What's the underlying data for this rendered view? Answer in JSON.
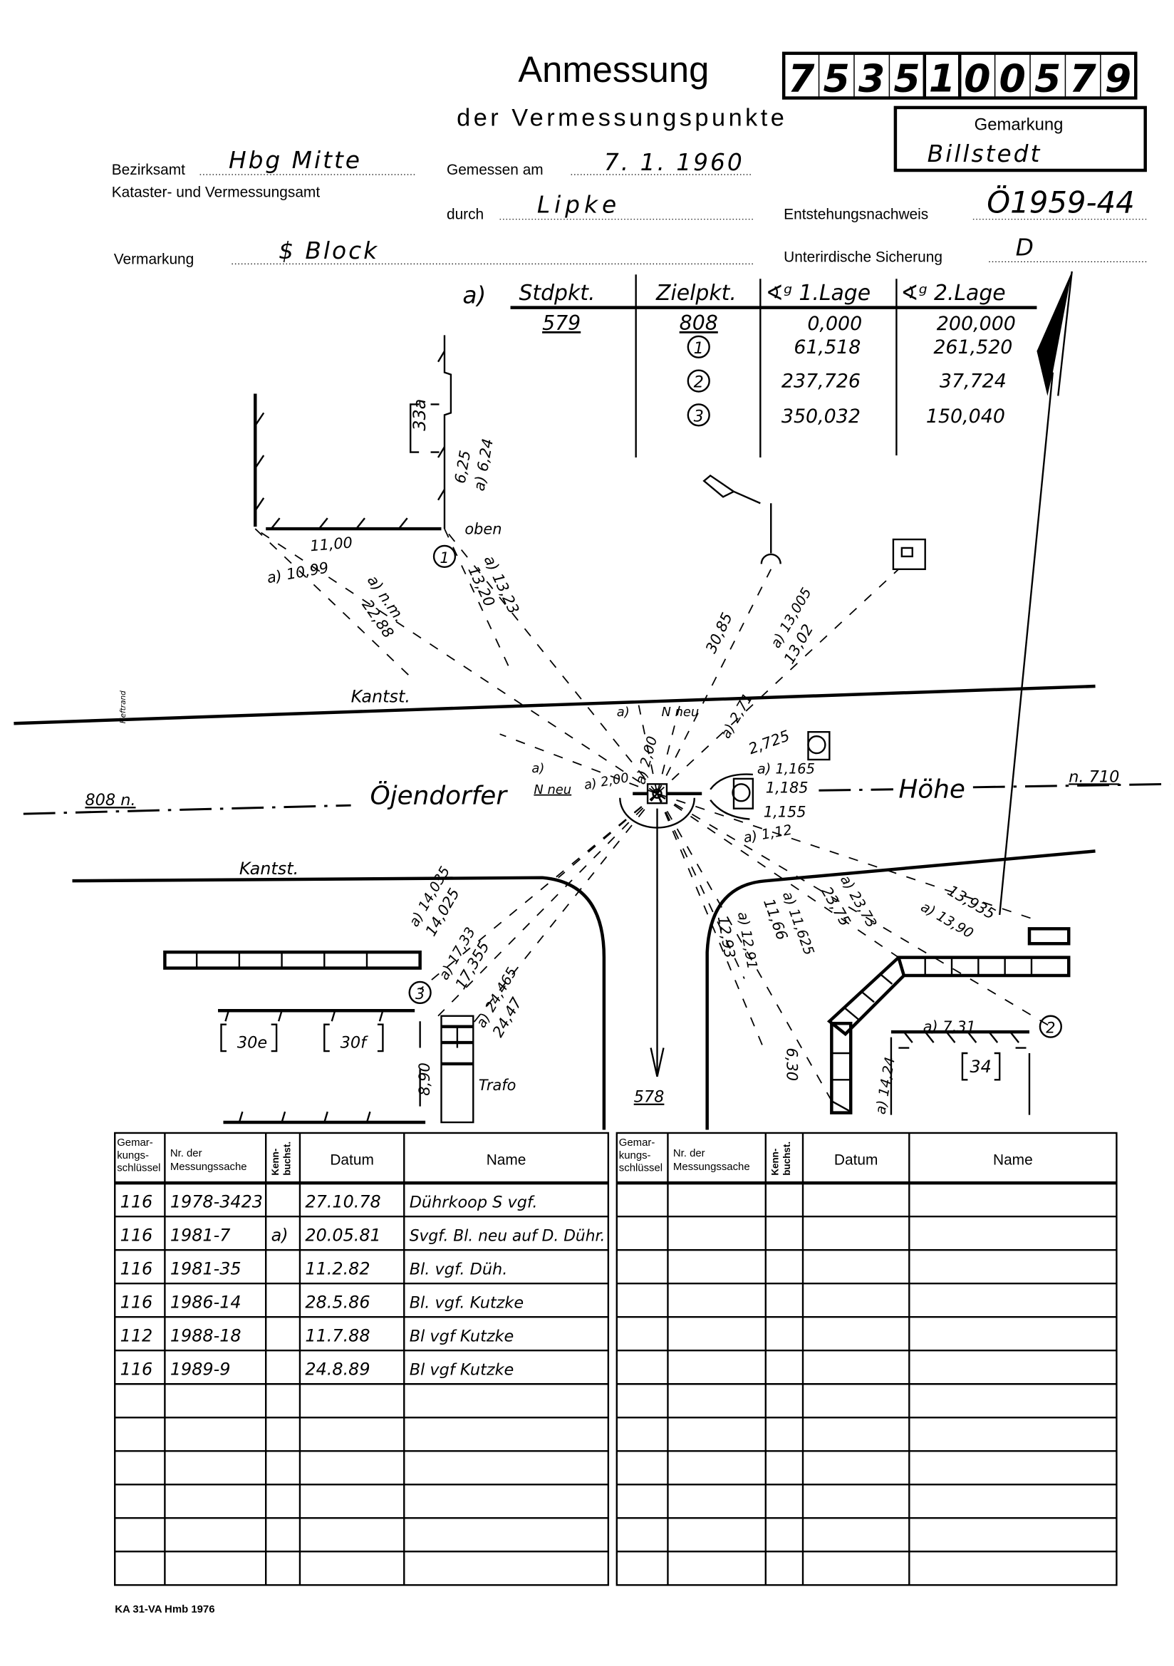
{
  "header": {
    "title": "Anmessung",
    "subtitle": "der Vermessungspunkte",
    "number_digits": [
      "7",
      "5",
      "3",
      "5",
      "1",
      "0",
      "0",
      "5",
      "7",
      "9"
    ],
    "gemarkung_label": "Gemarkung",
    "gemarkung_value": "Billstedt",
    "bezirksamt_label": "Bezirksamt",
    "bezirksamt_value": "Hbg Mitte",
    "amt_label": "Kataster- und Vermessungsamt",
    "gemessen_label": "Gemessen am",
    "gemessen_value": "7. 1. 1960",
    "durch_label": "durch",
    "durch_value": "Lipke",
    "entstehung_label": "Entstehungsnachweis",
    "entstehung_value": "Ö1959-44",
    "vermarkung_label": "Vermarkung",
    "vermarkung_value": "$ Block",
    "sicherung_label": "Unterirdische Sicherung",
    "sicherung_value": "D"
  },
  "angles": {
    "prefix": "a)",
    "headers": [
      "Stdpkt.",
      "Zielpkt.",
      "∢ᵍ 1.Lage",
      "∢ᵍ 2.Lage"
    ],
    "station": "579",
    "rows": [
      {
        "target": "808",
        "lage1": "0,000",
        "lage2": "200,000"
      },
      {
        "target": "1",
        "lage1": "61,518",
        "lage2": "261,520"
      },
      {
        "target": "2",
        "lage1": "237,726",
        "lage2": "37,724"
      },
      {
        "target": "3",
        "lage1": "350,032",
        "lage2": "150,040"
      }
    ]
  },
  "sketch": {
    "labels": [
      "33a",
      "6,25",
      "a) 6,24",
      "oben",
      "11,00",
      "a) 10,99",
      "a) n.m.",
      "22,88",
      "a) 13,23",
      "13,20",
      "30,85",
      "a) 13,005",
      "13,02",
      "Kantst.",
      "a)",
      "N neu",
      "a) 2,71",
      "2,725",
      "a) 1,165",
      "1,185",
      "1,155",
      "a) 1,12",
      "a) 2,00",
      "a)",
      "N neu",
      "a) 2,00",
      "808 n.",
      "Öjendorfer",
      "Höhe",
      "n. 710",
      "Kantst.",
      "a) 14,035",
      "14,025",
      "a) 17,33",
      "17,355",
      "a) 24,465",
      "24,47",
      "3",
      "30e",
      "30f",
      "8,90",
      "Trafo",
      "578",
      "a) 23,73",
      "23,75",
      "13,935",
      "a) 13,90",
      "a) 11,625",
      "11,66",
      "a) 12,91",
      "12,93",
      "6,30",
      "a) 7,31",
      "2",
      "34",
      "a) 14,24",
      "1",
      "Heftrand"
    ]
  },
  "records": {
    "headers": [
      [
        "Gemar-",
        "kungs-",
        "schlüssel"
      ],
      [
        "Nr. der",
        "Messungssache"
      ],
      [
        "Kenn-",
        "buchst."
      ],
      [
        "Datum"
      ],
      [
        "Name"
      ]
    ],
    "rows": [
      [
        "116",
        "1978-3423",
        "",
        "27.10.78",
        "Dührkoop S vgf."
      ],
      [
        "116",
        "1981-7",
        "a)",
        "20.05.81",
        "Svgf. Bl. neu auf D. Dühr."
      ],
      [
        "116",
        "1981-35",
        "",
        "11.2.82",
        "Bl. vgf. Düh."
      ],
      [
        "116",
        "1986-14",
        "",
        "28.5.86",
        "Bl. vgf. Kutzke"
      ],
      [
        "112",
        "1988-18",
        "",
        "11.7.88",
        "Bl vgf Kutzke"
      ],
      [
        "116",
        "1989-9",
        "",
        "24.8.89",
        "Bl vgf Kutzke"
      ]
    ]
  },
  "footer": {
    "form_id": "KA 31-VA Hmb 1976"
  }
}
